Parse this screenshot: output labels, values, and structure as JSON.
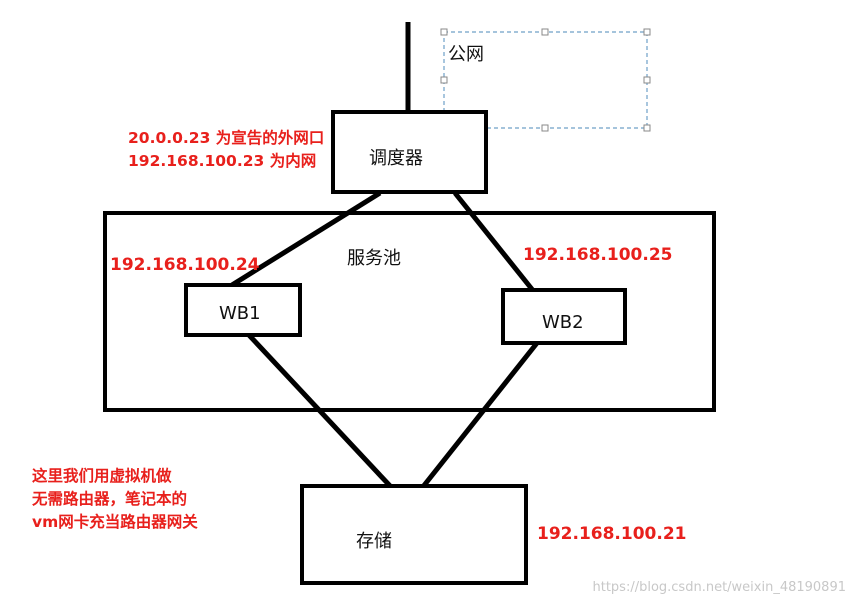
{
  "nodes": {
    "public_net": "公网",
    "scheduler": "调度器",
    "service_pool": "服务池",
    "wb1": "WB1",
    "wb2": "WB2",
    "storage": "存储"
  },
  "annotations": {
    "scheduler_ip_public": "20.0.0.23 为宣告的外网口",
    "scheduler_ip_internal": "192.168.100.23 为内网",
    "wb1_ip": "192.168.100.24",
    "wb2_ip": "192.168.100.25",
    "storage_ip": "192.168.100.21",
    "vm_note_line1": "这里我们用虚拟机做",
    "vm_note_line2": "无需路由器，笔记本的",
    "vm_note_line3": "vm网卡充当路由器网关"
  },
  "watermark": "https://blog.csdn.net/weixin_48190891",
  "colors": {
    "line": "#000000",
    "annotation": "#e8201c",
    "selection_border": "#6fa0c8",
    "watermark": "#c8c8c8"
  }
}
